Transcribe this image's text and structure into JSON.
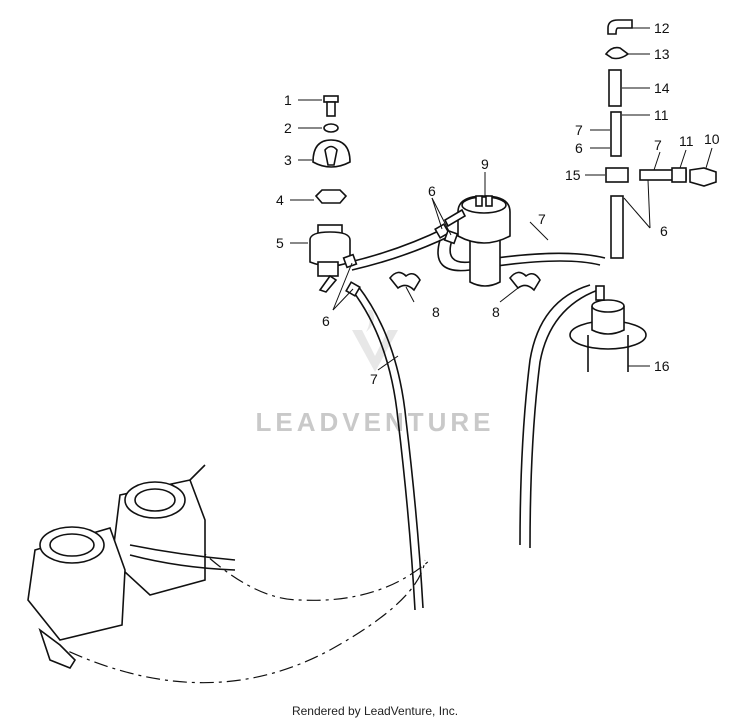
{
  "watermark": "LEADVENTURE",
  "footer": "Rendered by LeadVenture, Inc.",
  "callouts": [
    "1",
    "2",
    "3",
    "4",
    "5",
    "6",
    "6",
    "6",
    "7",
    "7",
    "7",
    "7",
    "8",
    "8",
    "9",
    "10",
    "11",
    "11",
    "12",
    "13",
    "14",
    "15",
    "16"
  ]
}
